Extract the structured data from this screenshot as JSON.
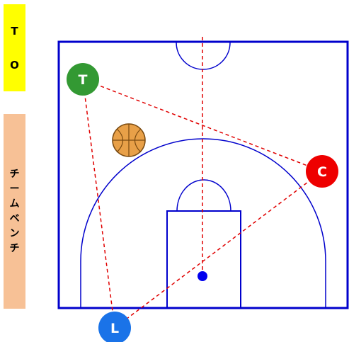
{
  "table_official": {
    "letters": [
      "T",
      "O"
    ],
    "color": "#ffff00"
  },
  "team_bench": {
    "label": "チームベンチ",
    "color": "#f7c196"
  },
  "court": {
    "line_color": "#0000cc",
    "passing_line_color": "#e00000"
  },
  "ball": {
    "icon": "basketball-icon",
    "color": "#e8a048"
  },
  "players": [
    {
      "id": "top",
      "label": "T",
      "color": "#339933"
    },
    {
      "id": "center",
      "label": "C",
      "color": "#ee0000"
    },
    {
      "id": "lead",
      "label": "L",
      "color": "#1a73e8"
    }
  ]
}
